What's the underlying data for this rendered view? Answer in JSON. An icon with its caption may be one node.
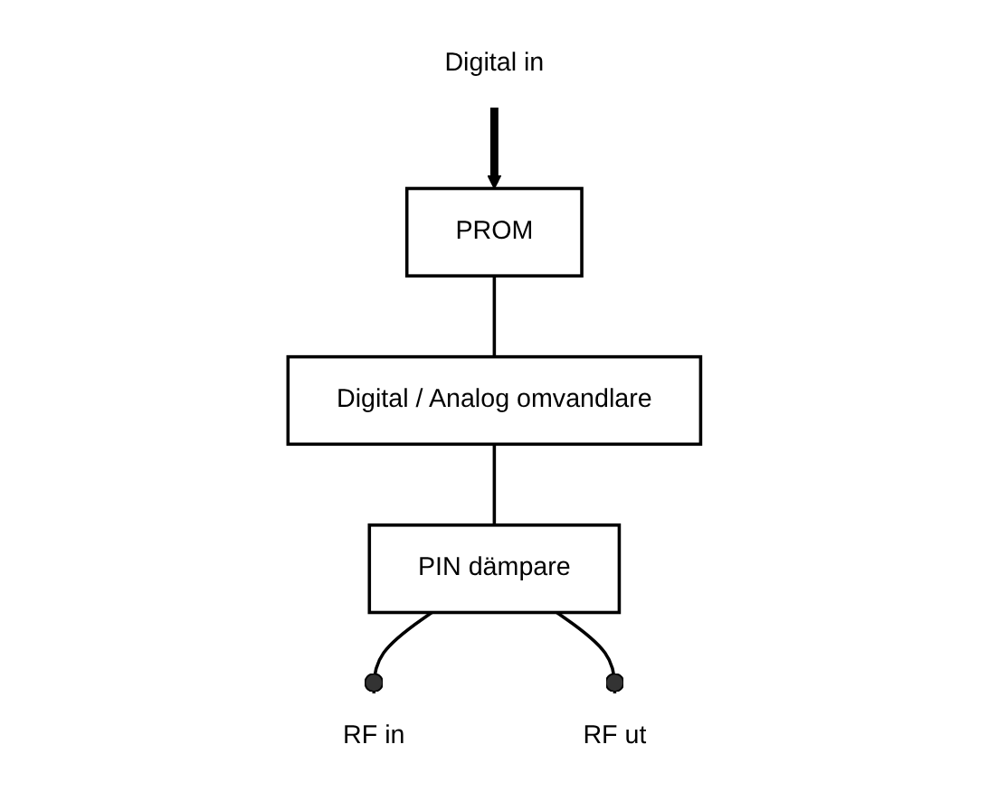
{
  "diagram": {
    "nodes": [
      {
        "text": [
          "Digital in"
        ]
      },
      {
        "text": [
          "PROM"
        ]
      },
      {
        "text": [
          "Digital / Analog omvandlare"
        ]
      },
      {
        "text": [
          "PIN dämpare"
        ]
      },
      {
        "text": [
          "RF in"
        ]
      },
      {
        "text": [
          "RF ut"
        ]
      }
    ],
    "edges": [
      {
        "from": 0,
        "to": 1,
        "arrow": "to",
        "style": "thick"
      },
      {
        "from": 1,
        "to": 2,
        "arrow": "none"
      },
      {
        "from": 2,
        "to": 3,
        "arrow": "none"
      },
      {
        "from": 3,
        "to": 4,
        "arrow": "other"
      },
      {
        "from": 3,
        "to": 5,
        "arrow": "other"
      }
    ]
  }
}
